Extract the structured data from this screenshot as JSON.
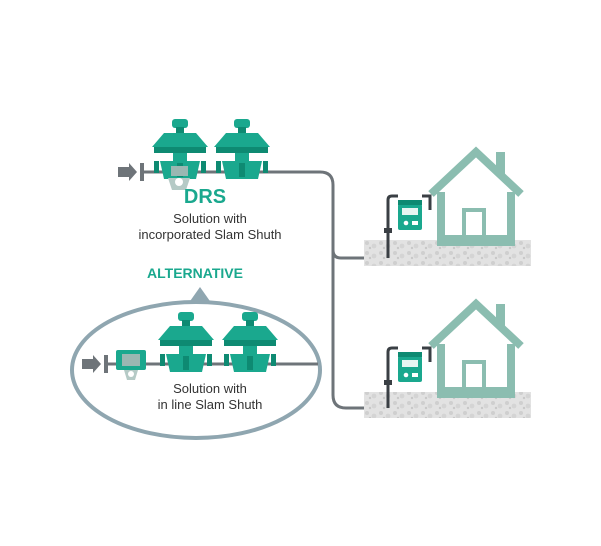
{
  "drs": {
    "title": "DRS",
    "line1": "Solution with",
    "line2": "incorporated Slam Shuth"
  },
  "alternative": {
    "label": "ALTERNATIVE",
    "line1": "Solution with",
    "line2": "in line Slam Shuth"
  },
  "colors": {
    "teal": "#1aa88e",
    "teal_dark": "#0e8a72",
    "house": "#8bbdb0",
    "pipe": "#6e7479",
    "ellipse": "#8fa6b0",
    "ground": "#dcdcdc"
  },
  "icons": [
    "flow-arrow-icon",
    "regulator-icon",
    "slam-shut-valve-icon",
    "gas-meter-icon",
    "house-icon"
  ]
}
